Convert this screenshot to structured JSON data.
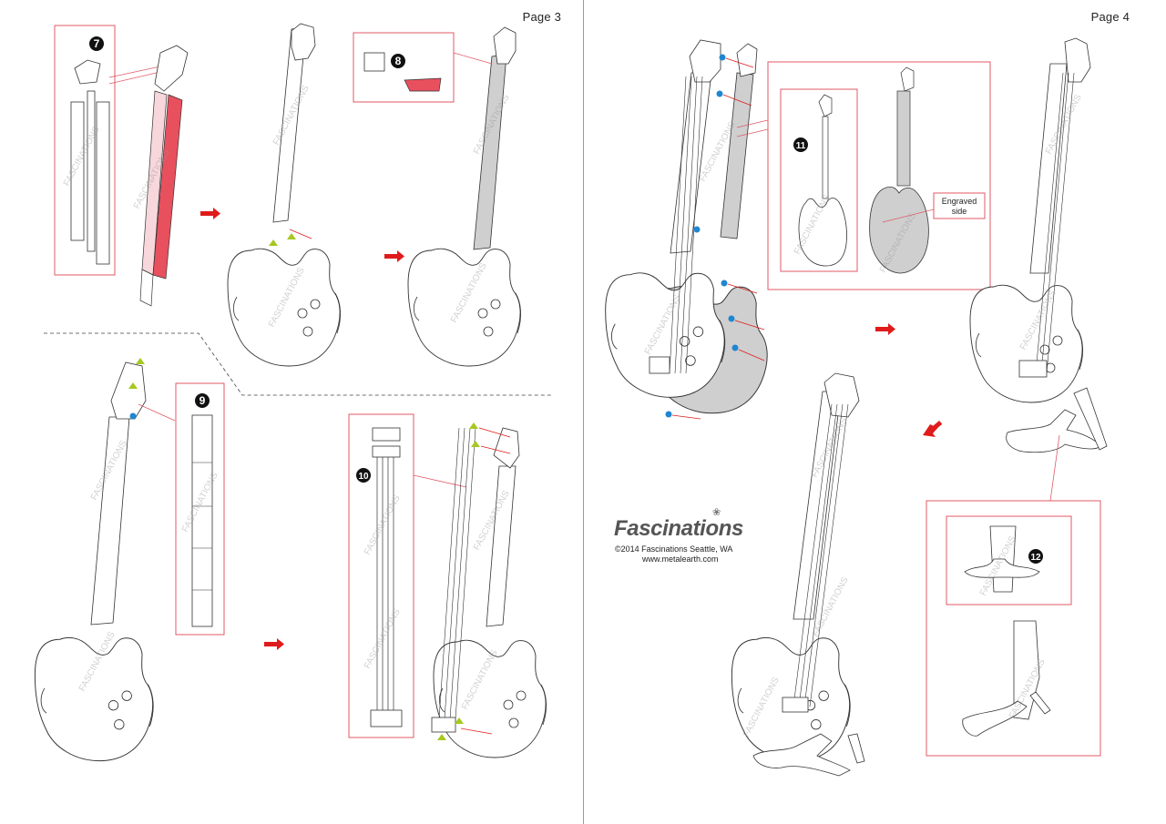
{
  "pages": [
    {
      "label": "Page 3"
    },
    {
      "label": "Page 4"
    }
  ],
  "steps": [
    "7",
    "8",
    "9",
    "10",
    "11",
    "12"
  ],
  "watermark": "FASCINATIONS",
  "callouts": {
    "engraved_side": [
      "Engraved",
      "side"
    ]
  },
  "brand": {
    "logo": "Fascinations",
    "copyright": "©2014 Fascinations Seattle, WA",
    "url": "www.metalearth.com"
  },
  "colors": {
    "arrow": "#e01b1b",
    "callout_frame": "#e05a66",
    "tab_dot": "#1f86d1",
    "alignment_triangle": "#a6c81f",
    "part_fill": "#e8505e",
    "inner_fill": "#cfcfcf"
  },
  "icons": [
    "right-arrow-icon",
    "down-left-arrow-icon",
    "fleur-icon"
  ]
}
